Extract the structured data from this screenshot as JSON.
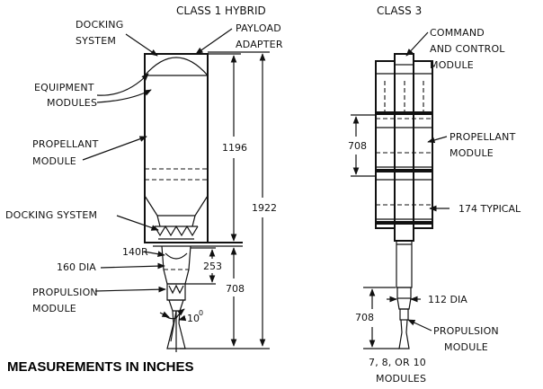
{
  "class1": {
    "title": "CLASS 1 HYBRID",
    "docking_system_top": [
      "DOCKING",
      "SYSTEM"
    ],
    "payload_adapter": [
      "PAYLOAD",
      "ADAPTER"
    ],
    "equipment_modules": [
      "EQUIPMENT",
      "MODULES"
    ],
    "propellant_module": [
      "PROPELLANT",
      "MODULE"
    ],
    "docking_system_bottom": "DOCKING SYSTEM",
    "propulsion_module": [
      "PROPULSION",
      "MODULE"
    ],
    "dim_1196": "1196",
    "dim_1922": "1922",
    "dim_140r": "140R",
    "dim_160dia": "160 DIA",
    "dim_253": "253",
    "dim_708": "708",
    "dim_angle": "10",
    "dim_angle_unit": "0"
  },
  "class3": {
    "title": "CLASS 3",
    "command_module": [
      "COMMAND",
      "AND CONTROL",
      "MODULE"
    ],
    "propellant_module": [
      "PROPELLANT",
      "MODULE"
    ],
    "dim_708_top": "708",
    "dim_174": "174 TYPICAL",
    "dim_112": "112 DIA",
    "dim_708_bottom": "708",
    "propulsion_module": [
      "PROPULSION",
      "MODULE"
    ],
    "modules_note": [
      "7, 8, OR 10",
      "MODULES"
    ]
  },
  "footer": "MEASUREMENTS IN INCHES"
}
